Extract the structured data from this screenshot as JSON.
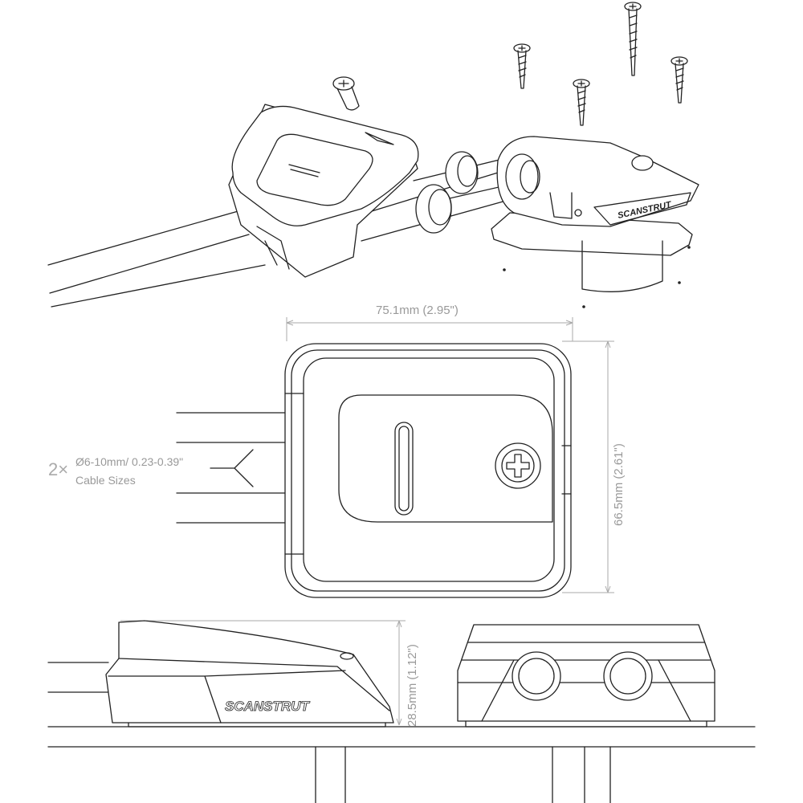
{
  "dimensions": {
    "width": "75.1mm (2.95\")",
    "depth": "66.5mm (2.61\")",
    "height": "28.5mm (1.12\")"
  },
  "cable_callout": {
    "quantity": "2×",
    "size": "Ø6-10mm/ 0.23-0.39\"",
    "caption": "Cable Sizes"
  },
  "brand_logo": "SCANSTRUT"
}
